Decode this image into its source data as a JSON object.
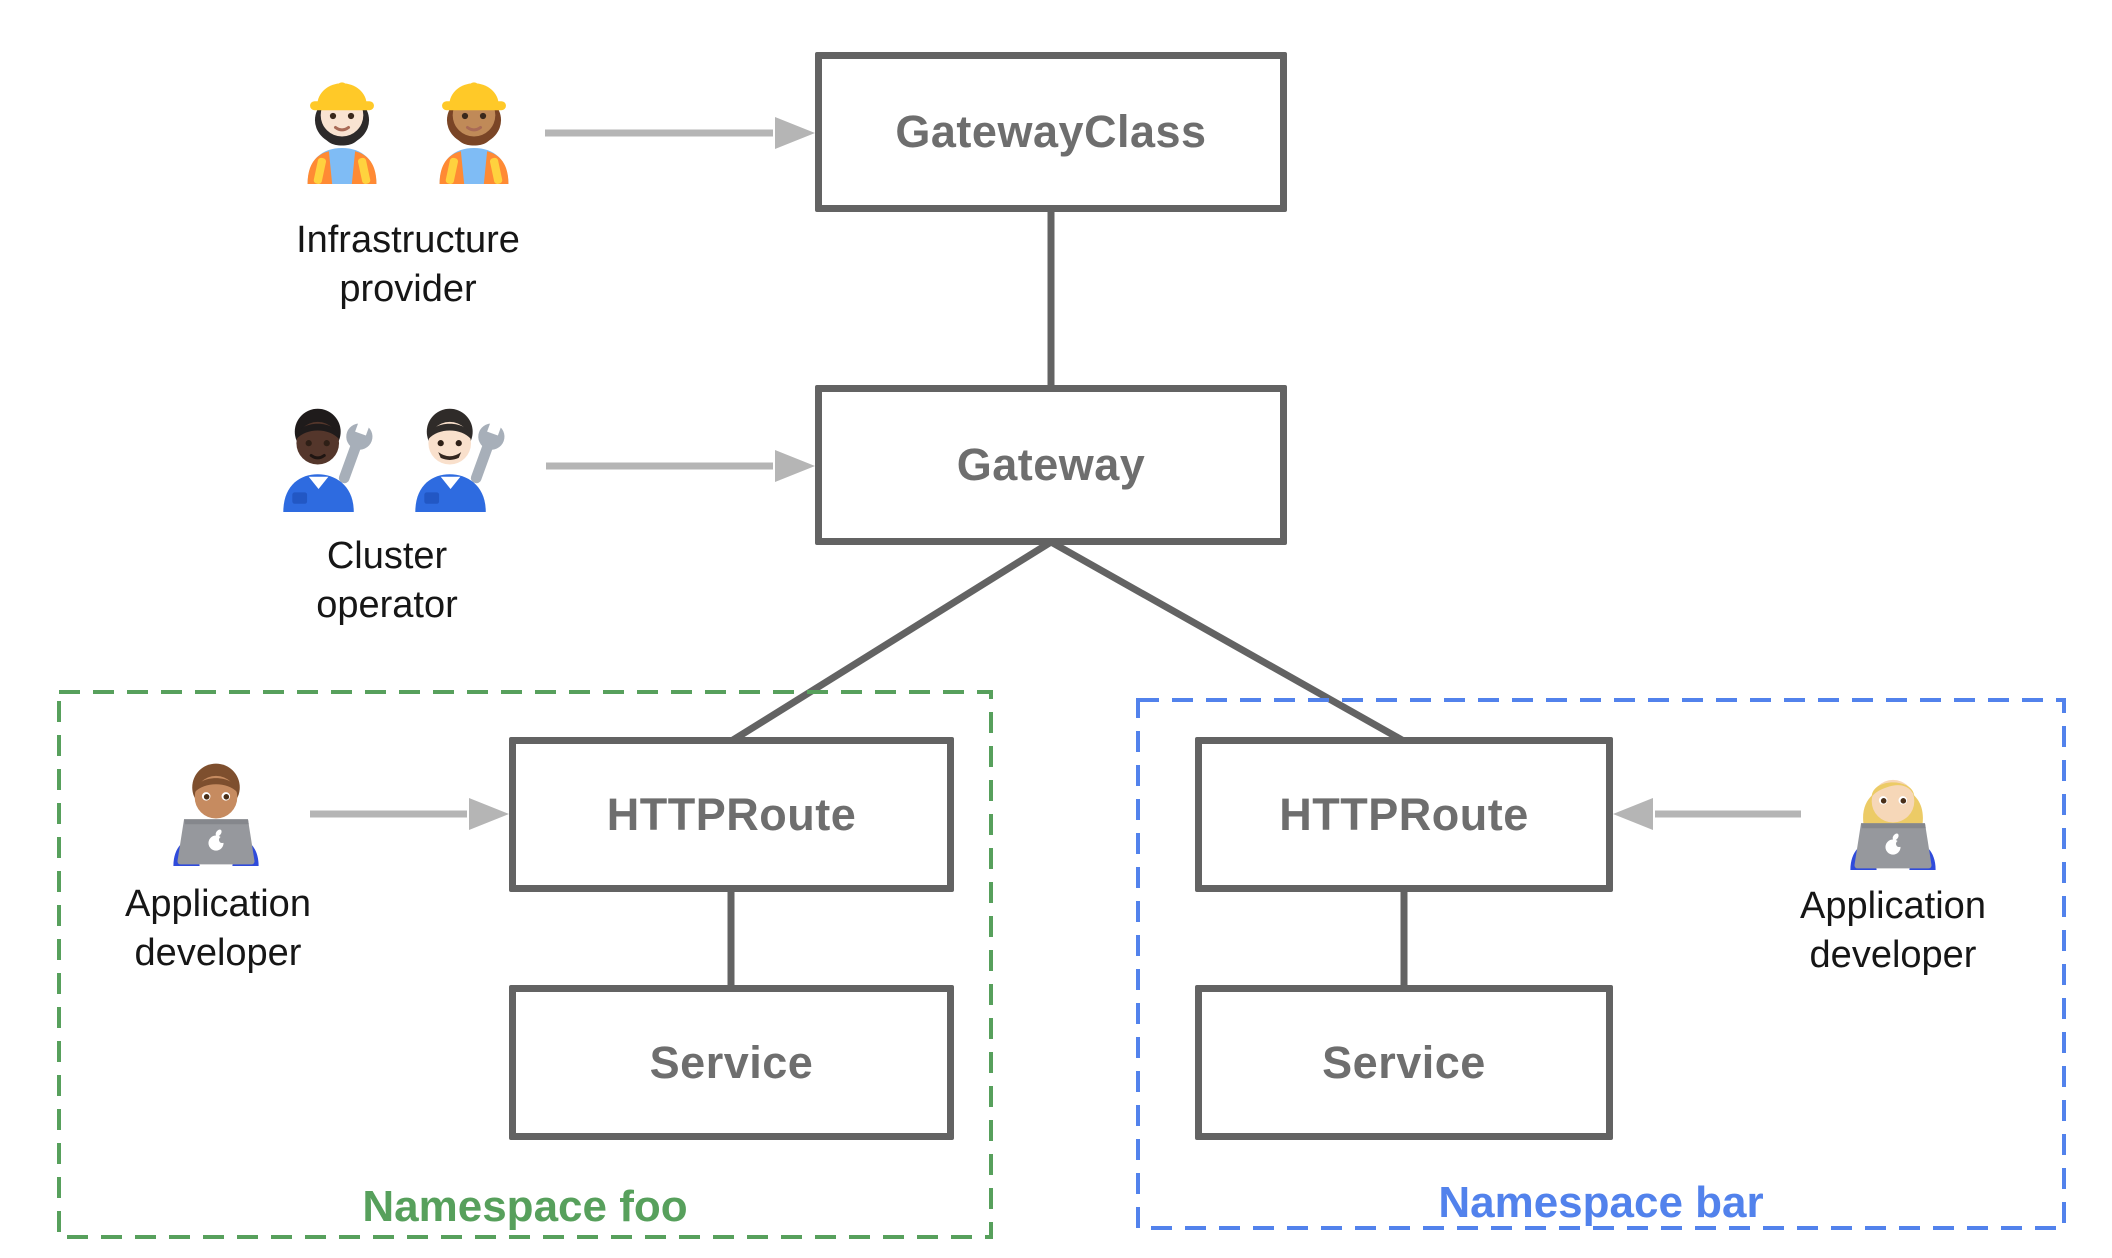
{
  "colors": {
    "background": "#ffffff",
    "box_border": "#636363",
    "box_text": "#6e6e6e",
    "connector": "#636363",
    "arrow": "#b5b5b5",
    "ns_foo": "#57A05C",
    "ns_bar": "#5282EC",
    "persona_text": "#161616"
  },
  "boxes": {
    "gateway_class": {
      "label": "GatewayClass"
    },
    "gateway": {
      "label": "Gateway"
    },
    "httproute_foo": {
      "label": "HTTPRoute"
    },
    "service_foo": {
      "label": "Service"
    },
    "httproute_bar": {
      "label": "HTTPRoute"
    },
    "service_bar": {
      "label": "Service"
    }
  },
  "namespaces": {
    "foo": {
      "label": "Namespace foo"
    },
    "bar": {
      "label": "Namespace bar"
    }
  },
  "personas": {
    "infrastructure_provider": {
      "line1": "Infrastructure",
      "line2": "provider",
      "icons": [
        "woman-construction-worker-light-icon",
        "woman-construction-worker-medium-icon"
      ]
    },
    "cluster_operator": {
      "line1": "Cluster",
      "line2": "operator",
      "icons": [
        "person-mechanic-dark-icon",
        "man-mechanic-light-icon"
      ]
    },
    "application_developer_foo": {
      "line1": "Application",
      "line2": "developer",
      "icons": [
        "man-technologist-medium-icon"
      ]
    },
    "application_developer_bar": {
      "line1": "Application",
      "line2": "developer",
      "icons": [
        "woman-technologist-blonde-icon"
      ]
    }
  }
}
